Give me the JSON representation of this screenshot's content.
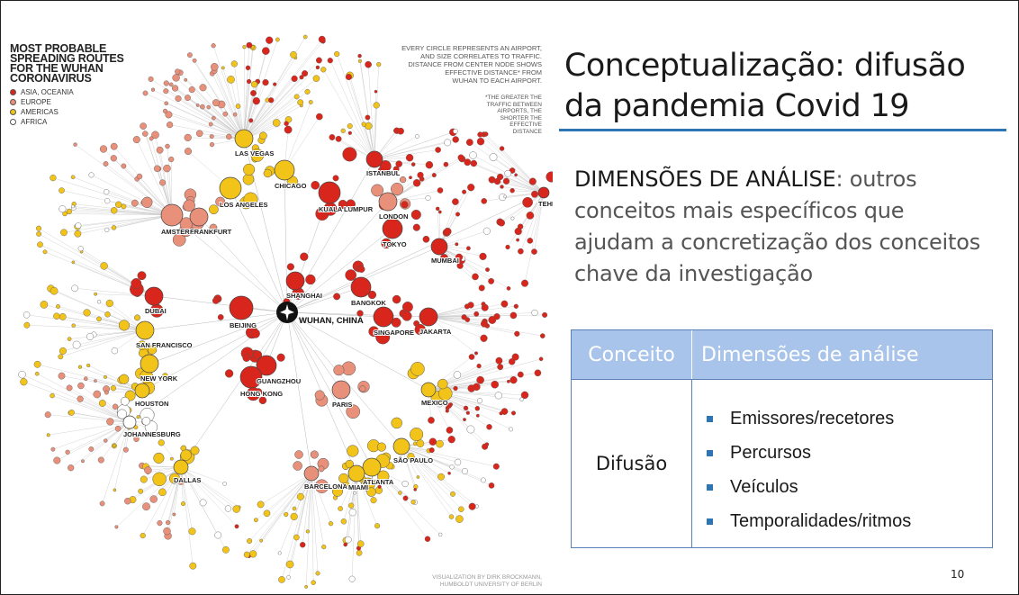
{
  "map": {
    "title_lines": [
      "MOST PROBABLE",
      "SPREADING ROUTES",
      "FOR THE WUHAN",
      "CORONAVIRUS"
    ],
    "legend": [
      {
        "label": "ASIA, OCEANIA",
        "color": "#d9261c"
      },
      {
        "label": "EUROPE",
        "color": "#e8907a"
      },
      {
        "label": "AMERICAS",
        "color": "#f2c318"
      },
      {
        "label": "AFRICA",
        "color": "#ffffff"
      }
    ],
    "note_lines": [
      "EVERY CIRCLE REPRESENTS AN AIRPORT,",
      "AND SIZE CORRELATES TO TRAFFIC.",
      "DISTANCE FROM CENTER NODE SHOWS",
      "EFFECTIVE DISTANCE* FROM",
      "WUHAN TO EACH AIRPORT."
    ],
    "footnote_lines": [
      "*THE GREATER THE",
      "TRAFFIC BETWEEN",
      "AIRPORTS, THE",
      "SHORTER THE",
      "EFFECTIVE",
      "DISTANCE"
    ],
    "credit_lines": [
      "VISUALIZATION BY DIRK BROCKMANN,",
      "HUMBOLDT UNIVERSITY OF BERLIN"
    ],
    "center_label": "WUHAN, CHINA",
    "cities": [
      {
        "name": "LAS VEGAS",
        "region": "americas"
      },
      {
        "name": "CHICAGO",
        "region": "americas"
      },
      {
        "name": "LOS ANGELES",
        "region": "americas"
      },
      {
        "name": "ISTANBUL",
        "region": "asia"
      },
      {
        "name": "KUALA LUMPUR",
        "region": "asia"
      },
      {
        "name": "LONDON",
        "region": "europe"
      },
      {
        "name": "TEHRAN",
        "region": "asia"
      },
      {
        "name": "AMSTERDAM",
        "region": "europe"
      },
      {
        "name": "FRANKFURT",
        "region": "europe"
      },
      {
        "name": "TOKYO",
        "region": "asia"
      },
      {
        "name": "MUMBAI",
        "region": "asia"
      },
      {
        "name": "SHANGHAI",
        "region": "asia"
      },
      {
        "name": "BANGKOK",
        "region": "asia"
      },
      {
        "name": "DUBAI",
        "region": "asia"
      },
      {
        "name": "BEIJING",
        "region": "asia"
      },
      {
        "name": "JAKARTA",
        "region": "asia"
      },
      {
        "name": "SINGAPORE",
        "region": "asia"
      },
      {
        "name": "SAN FRANCISCO",
        "region": "americas"
      },
      {
        "name": "NEW YORK",
        "region": "americas"
      },
      {
        "name": "GUANGZHOU",
        "region": "asia"
      },
      {
        "name": "HONG KONG",
        "region": "asia"
      },
      {
        "name": "PARIS",
        "region": "europe"
      },
      {
        "name": "MEXICO",
        "region": "americas"
      },
      {
        "name": "HOUSTON",
        "region": "americas"
      },
      {
        "name": "JOHANNESBURG",
        "region": "africa"
      },
      {
        "name": "SÃO PAULO",
        "region": "americas"
      },
      {
        "name": "ATLANTA",
        "region": "americas"
      },
      {
        "name": "DALLAS",
        "region": "americas"
      },
      {
        "name": "BARCELONA",
        "region": "europe"
      },
      {
        "name": "MIAMI",
        "region": "americas"
      }
    ]
  },
  "slide": {
    "heading_line1": "Conceptualização: difusão",
    "heading_line2": "da pandemia Covid 19",
    "lead": "DIMENSÕES DE ANÁLISE",
    "body_rest": ": outros conceitos mais específicos  que ajudam a concretização dos conceitos chave da investigação",
    "page_number": "10"
  },
  "table": {
    "headers": [
      "Conceito",
      "Dimensões de análise"
    ],
    "concept": "Difusão",
    "dimensions": [
      "Emissores/recetores",
      "Percursos",
      "Veículos",
      "Temporalidades/ritmos"
    ]
  },
  "colors": {
    "accent": "#2e75b6",
    "table_header_bg": "#a9c4ea",
    "asia": "#d9261c",
    "europe": "#e8907a",
    "americas": "#f2c318",
    "africa": "#ffffff"
  }
}
